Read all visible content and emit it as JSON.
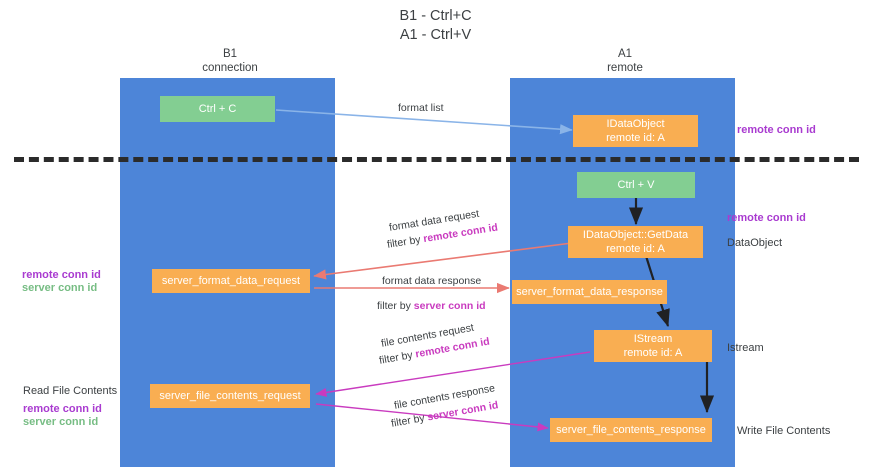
{
  "title": {
    "line1": "B1 - Ctrl+C",
    "line2": "A1 - Ctrl+V"
  },
  "columns": [
    {
      "name": "B1",
      "role": "connection"
    },
    {
      "name": "A1",
      "role": "remote"
    }
  ],
  "boxes": {
    "ctrl_c": "Ctrl + C",
    "ctrl_v": "Ctrl + V",
    "idataobject_line1": "IDataObject",
    "idataobject_line2": "remote id: A",
    "getdata_line1": "IDataObject::GetData",
    "getdata_line2": "remote id: A",
    "istream_line1": "IStream",
    "istream_line2": "remote id: A",
    "server_format_data_request": "server_format_data_request",
    "server_format_data_response": "server_format_data_response",
    "server_file_contents_request": "server_file_contents_request",
    "server_file_contents_response": "server_file_contents_response"
  },
  "arrow_labels": {
    "format_list": "format list",
    "format_data_request": "format data request",
    "format_data_request_filter_pre": "filter by ",
    "format_data_request_filter_key": "remote conn id",
    "format_data_response": "format data response",
    "format_data_response_filter_pre": "filter by ",
    "format_data_response_filter_key": "server conn id",
    "file_contents_request": "file contents request",
    "file_contents_request_filter_pre": "filter by ",
    "file_contents_request_filter_key": "remote conn id",
    "file_contents_response": "file contents response",
    "file_contents_response_filter_pre": "filter by ",
    "file_contents_response_filter_key": "server conn id"
  },
  "right_labels": {
    "remote_conn_id_top": "remote conn id",
    "remote_conn_id_mid": "remote conn id",
    "dataobject": "DataObject",
    "istream": "Istream",
    "write_file_contents": "Write File Contents"
  },
  "left_labels": {
    "remote_conn_id_mid": "remote conn id",
    "server_conn_id_mid": "server conn id",
    "read_file_contents": "Read File Contents",
    "remote_conn_id_bottom": "remote conn id",
    "server_conn_id_bottom": "server conn id"
  },
  "colors": {
    "lane": "#4d85d8",
    "green_box": "#83ce92",
    "orange_box": "#f9ae52",
    "purple": "#a93bd0",
    "green_text": "#77bd84",
    "arrow_blue": "#8ab4e8",
    "arrow_red": "#ea7a72",
    "arrow_magenta": "#c93bbf",
    "arrow_black": "#202124",
    "dashed_divider": "#2b2b2b"
  }
}
